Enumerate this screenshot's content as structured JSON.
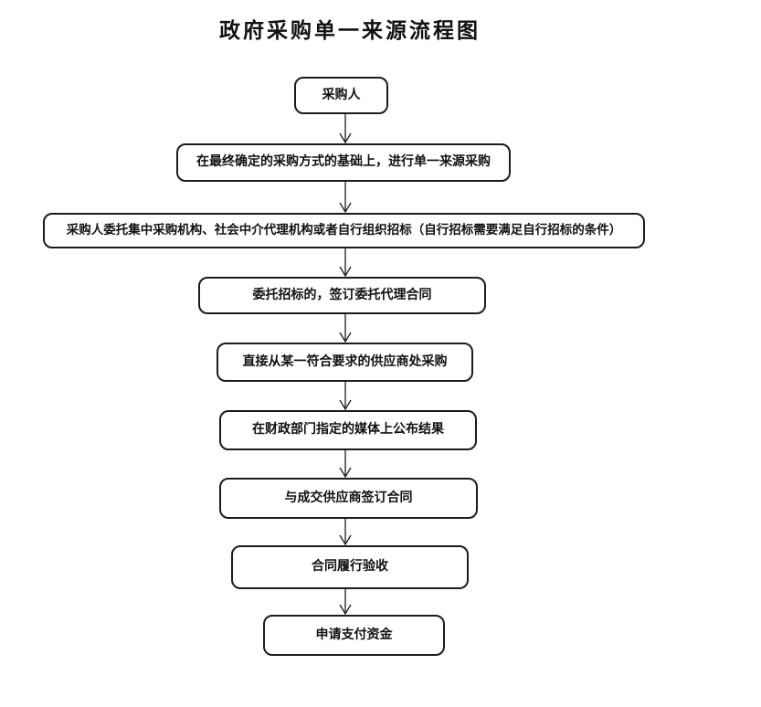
{
  "page": {
    "background_color": "#ffffff",
    "stroke_color": "#1c1c1c",
    "text_color": "#111111"
  },
  "title": "政府采购单一来源流程图",
  "flowchart": {
    "type": "top-down-flowchart",
    "nodes": [
      {
        "id": "n1",
        "label": "采购人"
      },
      {
        "id": "n2",
        "label": "在最终确定的采购方式的基础上，进行单一来源采购"
      },
      {
        "id": "n3",
        "label": "采购人委托集中采购机构、社会中介代理机构或者自行组织招标（自行招标需要满足自行招标的条件）"
      },
      {
        "id": "n4",
        "label": "委托招标的，签订委托代理合同"
      },
      {
        "id": "n5",
        "label": "直接从某一符合要求的供应商处采购"
      },
      {
        "id": "n6",
        "label": "在财政部门指定的媒体上公布结果"
      },
      {
        "id": "n7",
        "label": "与成交供应商签订合同"
      },
      {
        "id": "n8",
        "label": "合同履行验收"
      },
      {
        "id": "n9",
        "label": "申请支付资金"
      }
    ],
    "edges": [
      {
        "from": "n1",
        "to": "n2"
      },
      {
        "from": "n2",
        "to": "n3"
      },
      {
        "from": "n3",
        "to": "n4"
      },
      {
        "from": "n4",
        "to": "n5"
      },
      {
        "from": "n5",
        "to": "n6"
      },
      {
        "from": "n6",
        "to": "n7"
      },
      {
        "from": "n7",
        "to": "n8"
      },
      {
        "from": "n8",
        "to": "n9"
      }
    ]
  }
}
